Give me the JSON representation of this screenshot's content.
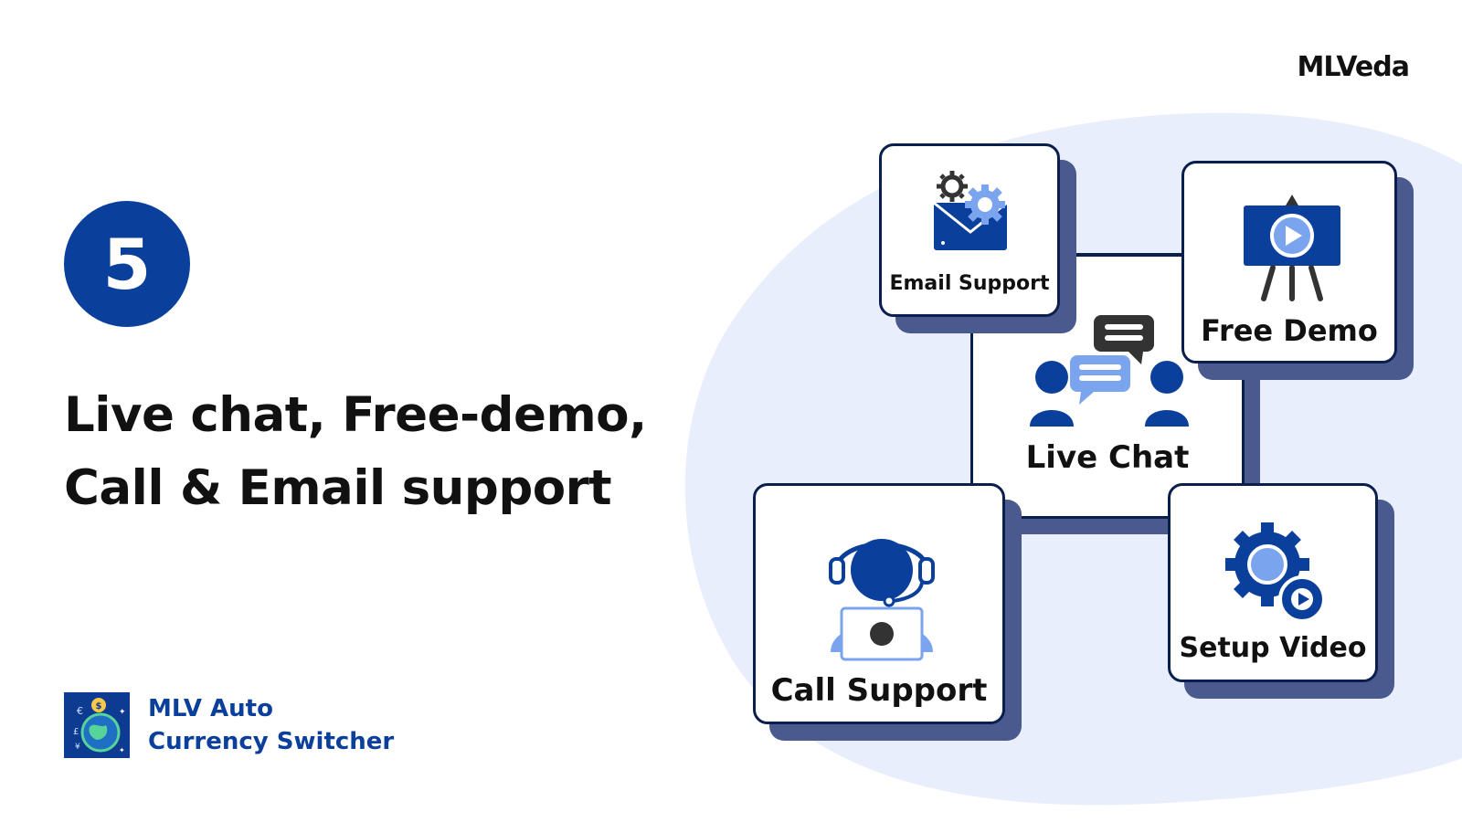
{
  "brand": {
    "logo_text": "MLVeda"
  },
  "step": {
    "number": "5"
  },
  "headline": {
    "line1": "Live chat, Free-demo,",
    "line2": "Call & Email support"
  },
  "product": {
    "name_line1": "MLV Auto",
    "name_line2": "Currency Switcher",
    "icon": "currency-globe-icon"
  },
  "cards": {
    "email_support": {
      "label": "Email Support",
      "icon": "email-gear-icon"
    },
    "free_demo": {
      "label": "Free Demo",
      "icon": "video-easel-icon"
    },
    "live_chat": {
      "label": "Live Chat",
      "icon": "chat-people-icon"
    },
    "call_support": {
      "label": "Call Support",
      "icon": "headset-agent-icon"
    },
    "setup_video": {
      "label": "Setup Video",
      "icon": "gear-play-icon"
    }
  },
  "colors": {
    "primary": "#0a3f9c",
    "dark_navy": "#0a1f4d",
    "shadow": "#4a5a8e",
    "light_blue": "#7ba4ee",
    "blob": "#e8eefb"
  }
}
